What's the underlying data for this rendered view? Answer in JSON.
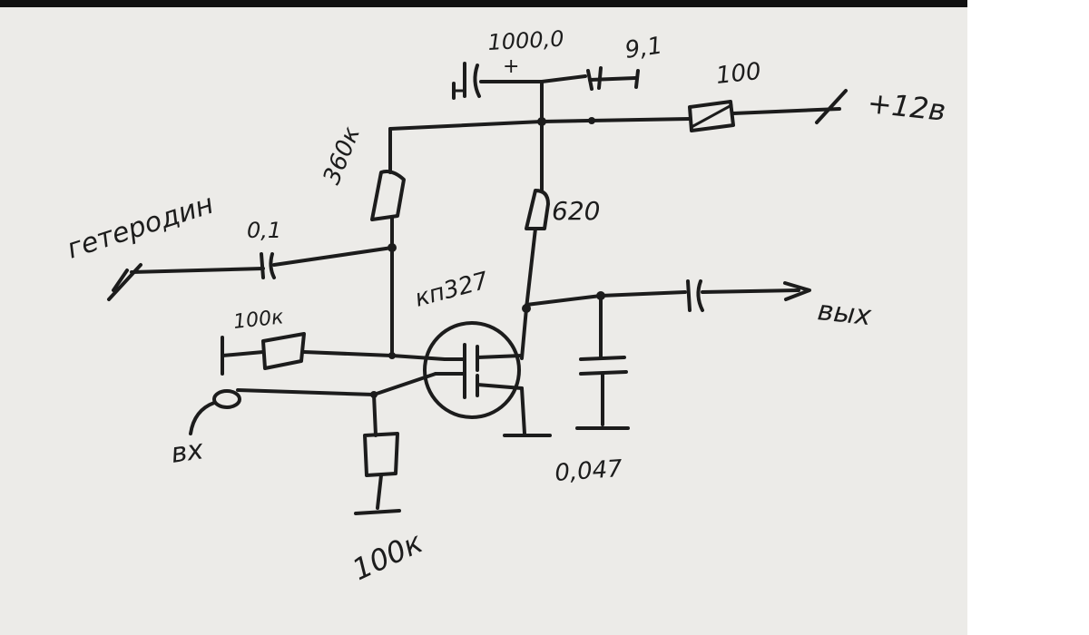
{
  "labels": {
    "c_supply": "1000,0",
    "r_small": "9,1",
    "r_supply": "100",
    "supply": "+12в",
    "r_gate_top": "360к",
    "r_drain": "620",
    "oscillator": "гетеродин",
    "c_oscillator": "0,1",
    "transistor": "кп327",
    "r_gate2": "100к",
    "output": "вых",
    "input": "вх",
    "c_output": "0,047",
    "r_gate1": "100к"
  },
  "colors": {
    "ink": "#1c1c1c",
    "paper": "#ecebe8",
    "frame": "#111111"
  }
}
